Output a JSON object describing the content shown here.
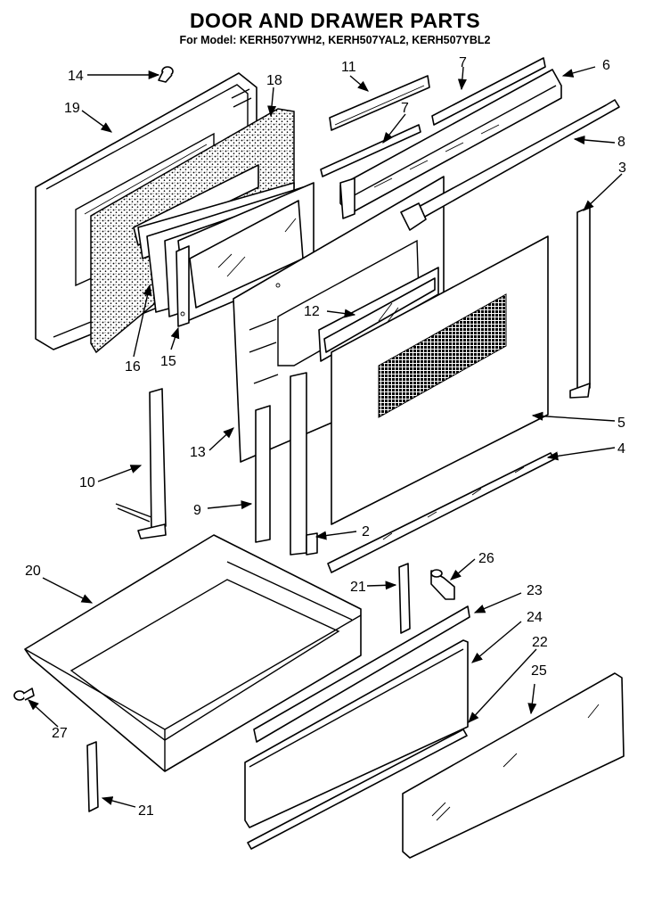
{
  "title": "DOOR AND DRAWER PARTS",
  "subtitle": "For Model: KERH507YWH2, KERH507YAL2, KERH507YBL2",
  "callouts": [
    "14",
    "19",
    "18",
    "11",
    "7",
    "6",
    "7",
    "8",
    "3",
    "12",
    "16",
    "15",
    "13",
    "10",
    "5",
    "4",
    "9",
    "2",
    "20",
    "26",
    "21",
    "23",
    "24",
    "22",
    "25",
    "27",
    "21"
  ]
}
